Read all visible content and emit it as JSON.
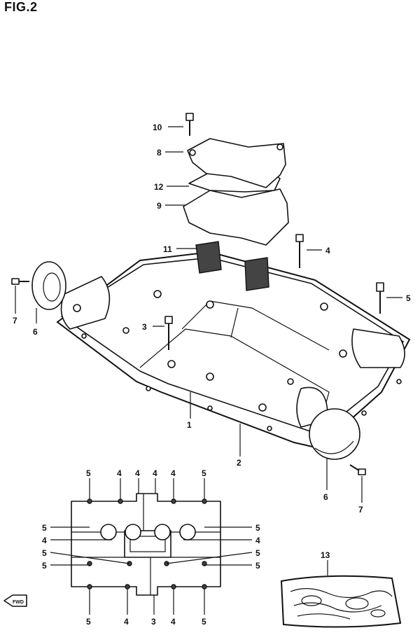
{
  "figure_title": "FIG.2",
  "callouts": {
    "c1": "1",
    "c2": "2",
    "c3": "3",
    "c4": "4",
    "c5": "5",
    "c6": "6",
    "c7": "7",
    "c8": "8",
    "c9": "9",
    "c10": "10",
    "c11": "11",
    "c12": "12",
    "c13": "13"
  },
  "plan_labels": {
    "top": [
      "5",
      "4",
      "4",
      "4",
      "4",
      "5"
    ],
    "bottom": [
      "5",
      "4",
      "3",
      "4",
      "5"
    ],
    "left": [
      "5",
      "4",
      "5",
      "5"
    ],
    "right": [
      "5",
      "4",
      "5",
      "5"
    ]
  },
  "direction_marker": "FWD",
  "colors": {
    "ink": "#111111",
    "paper": "#ffffff"
  }
}
